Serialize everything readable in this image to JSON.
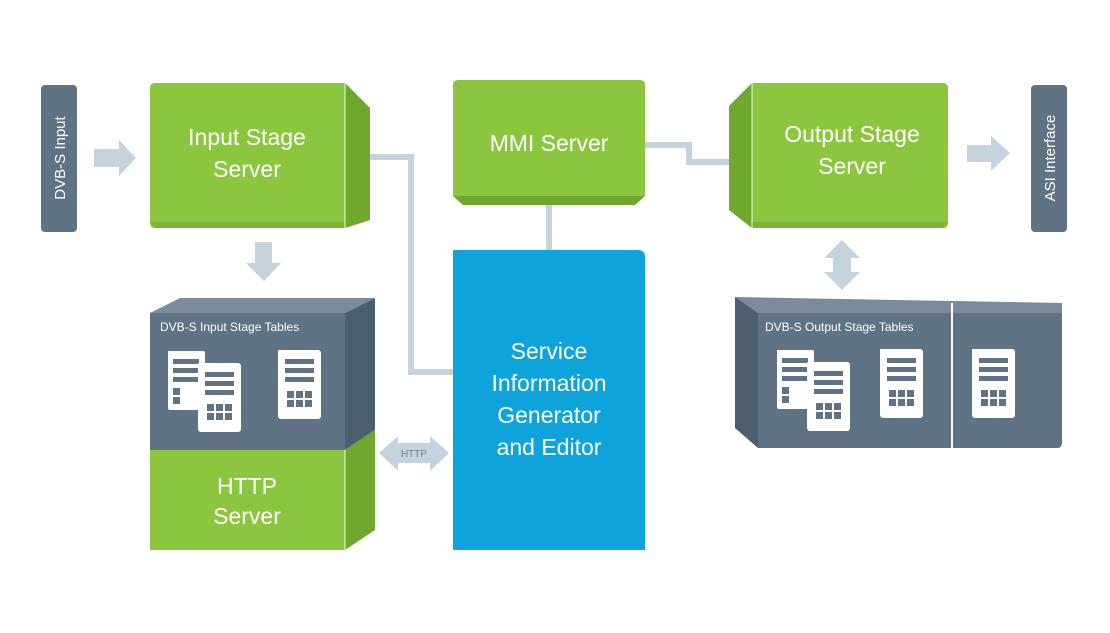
{
  "colors": {
    "green": "#8cc63f",
    "green_dark": "#6fa82e",
    "green_light": "#a3d45a",
    "slate": "#5f7384",
    "slate_dark": "#4c5f6f",
    "blue": "#0fa3dc",
    "connector": "#c5d3df",
    "white": "#ffffff"
  },
  "labels": {
    "dvbs_input": "DVB-S Input",
    "input_stage_server": [
      "Input Stage",
      "Server"
    ],
    "mmi_server": "MMI Server",
    "output_stage_server": [
      "Output Stage",
      "Server"
    ],
    "asi_interface": "ASI Interface",
    "input_tables": "DVB-S Input Stage Tables",
    "output_tables": "DVB-S Output Stage Tables",
    "http_server": [
      "HTTP",
      "Server"
    ],
    "http_arrow": "HTTP",
    "si_generator": [
      "Service",
      "Information",
      "Generator",
      "and Editor"
    ]
  },
  "icons": [
    "table-document-icon",
    "table-document-stack-icon",
    "arrow-right-icon",
    "arrow-down-icon",
    "arrow-updown-icon",
    "arrow-leftright-icon"
  ]
}
